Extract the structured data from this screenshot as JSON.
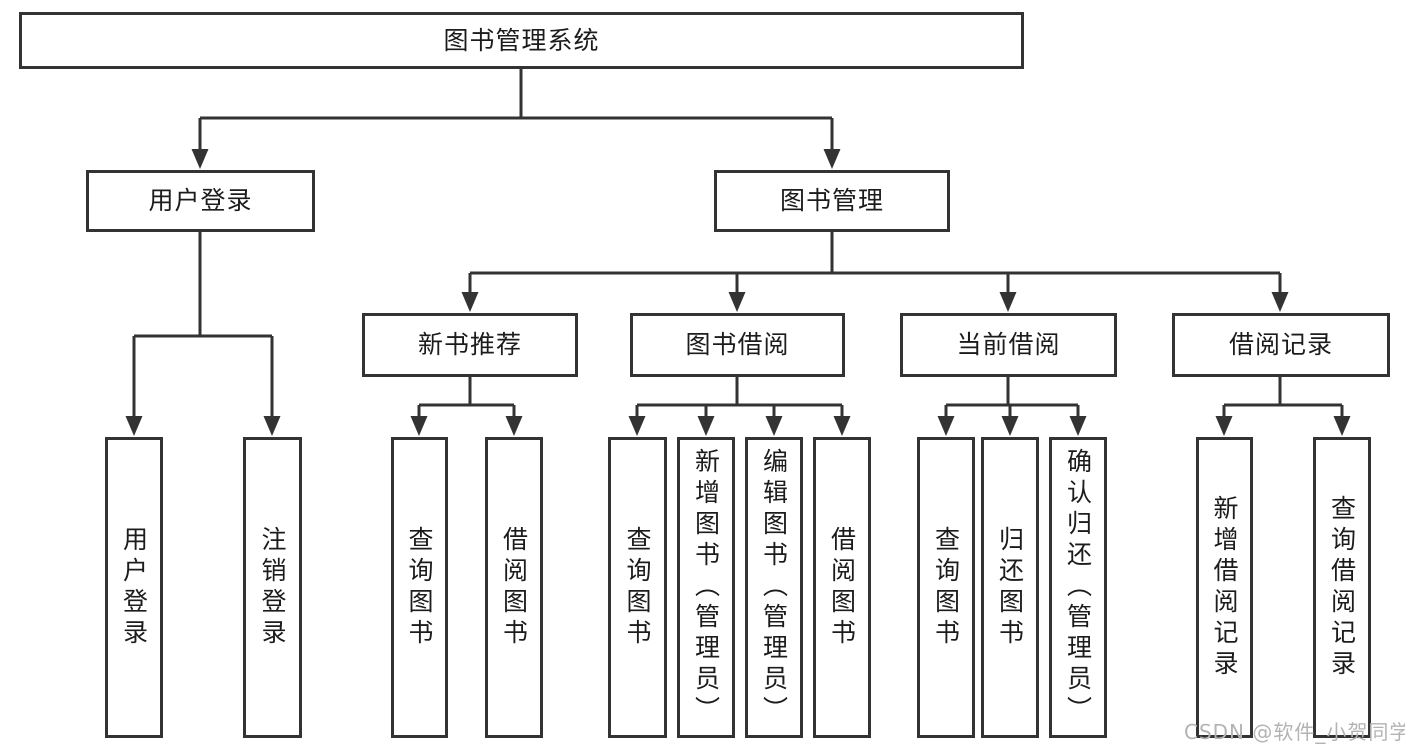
{
  "diagram": {
    "root": {
      "label": "图书管理系统"
    },
    "branches": [
      {
        "label": "用户登录",
        "children": [
          {
            "label": "用户登录"
          },
          {
            "label": "注销登录"
          }
        ]
      },
      {
        "label": "图书管理",
        "children": [
          {
            "label": "新书推荐",
            "children": [
              {
                "label": "查询图书"
              },
              {
                "label": "借阅图书"
              }
            ]
          },
          {
            "label": "图书借阅",
            "children": [
              {
                "label": "查询图书"
              },
              {
                "label": "新增图书（管理员）"
              },
              {
                "label": "编辑图书（管理员）"
              },
              {
                "label": "借阅图书"
              }
            ]
          },
          {
            "label": "当前借阅",
            "children": [
              {
                "label": "查询图书"
              },
              {
                "label": "归还图书"
              },
              {
                "label": "确认归还（管理员）"
              }
            ]
          },
          {
            "label": "借阅记录",
            "children": [
              {
                "label": "新增借阅记录"
              },
              {
                "label": "查询借阅记录"
              }
            ]
          }
        ]
      }
    ]
  },
  "watermark": "CSDN @软件_小贺同学",
  "colors": {
    "line": "#333333",
    "text": "#1c1c1c",
    "watermark": "#b3b3b3",
    "background": "#ffffff"
  }
}
